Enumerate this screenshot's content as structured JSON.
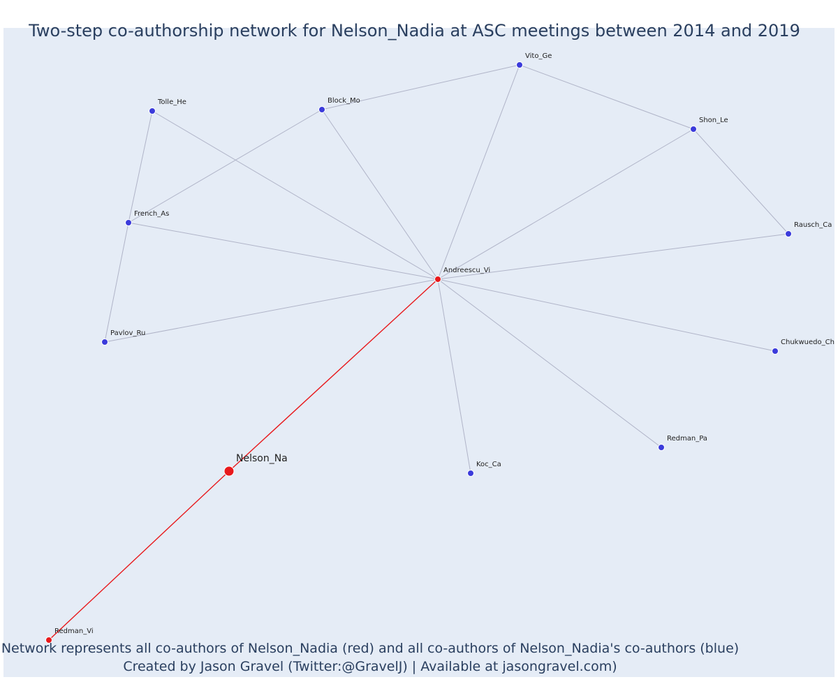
{
  "title": "Two-step co-authorship network for Nelson_Nadia at ASC meetings between 2014 and 2019",
  "caption_line1": "Network represents all co-authors of Nelson_Nadia (red) and all co-authors of Nelson_Nadia's co-authors (blue)",
  "caption_line2": "Created by Jason Gravel (Twitter:@GravelJ) | Available at jasongravel.com)",
  "colors": {
    "background": "#e5ecf6",
    "edge": "#b0b4c8",
    "focal_edge": "#e8191c",
    "coauthor_node": "#e8191c",
    "second_step_node": "#3b3bdb"
  },
  "chart_data": {
    "type": "network",
    "focal": "Nelson_Na",
    "nodes": [
      {
        "id": "Nelson_Na",
        "group": "focal"
      },
      {
        "id": "Andreescu_Vi",
        "group": "coauthor"
      },
      {
        "id": "Redman_Vi",
        "group": "coauthor"
      },
      {
        "id": "Vito_Ge",
        "group": "second"
      },
      {
        "id": "Block_Mo",
        "group": "second"
      },
      {
        "id": "Tolle_He",
        "group": "second"
      },
      {
        "id": "Shon_Le",
        "group": "second"
      },
      {
        "id": "French_As",
        "group": "second"
      },
      {
        "id": "Rausch_Ca",
        "group": "second"
      },
      {
        "id": "Pavlov_Ru",
        "group": "second"
      },
      {
        "id": "Chukwuedo_Ch",
        "group": "second"
      },
      {
        "id": "Redman_Pa",
        "group": "second"
      },
      {
        "id": "Koc_Ca",
        "group": "second"
      }
    ],
    "edges": [
      [
        "Nelson_Na",
        "Andreescu_Vi"
      ],
      [
        "Nelson_Na",
        "Redman_Vi"
      ],
      [
        "Andreescu_Vi",
        "Vito_Ge"
      ],
      [
        "Andreescu_Vi",
        "Block_Mo"
      ],
      [
        "Andreescu_Vi",
        "Tolle_He"
      ],
      [
        "Andreescu_Vi",
        "Shon_Le"
      ],
      [
        "Andreescu_Vi",
        "French_As"
      ],
      [
        "Andreescu_Vi",
        "Rausch_Ca"
      ],
      [
        "Andreescu_Vi",
        "Pavlov_Ru"
      ],
      [
        "Andreescu_Vi",
        "Chukwuedo_Ch"
      ],
      [
        "Andreescu_Vi",
        "Redman_Pa"
      ],
      [
        "Andreescu_Vi",
        "Koc_Ca"
      ],
      [
        "Vito_Ge",
        "Block_Mo"
      ],
      [
        "Vito_Ge",
        "Shon_Le"
      ],
      [
        "Shon_Le",
        "Rausch_Ca"
      ],
      [
        "Block_Mo",
        "French_As"
      ],
      [
        "Tolle_He",
        "French_As"
      ],
      [
        "French_As",
        "Pavlov_Ru"
      ]
    ]
  }
}
